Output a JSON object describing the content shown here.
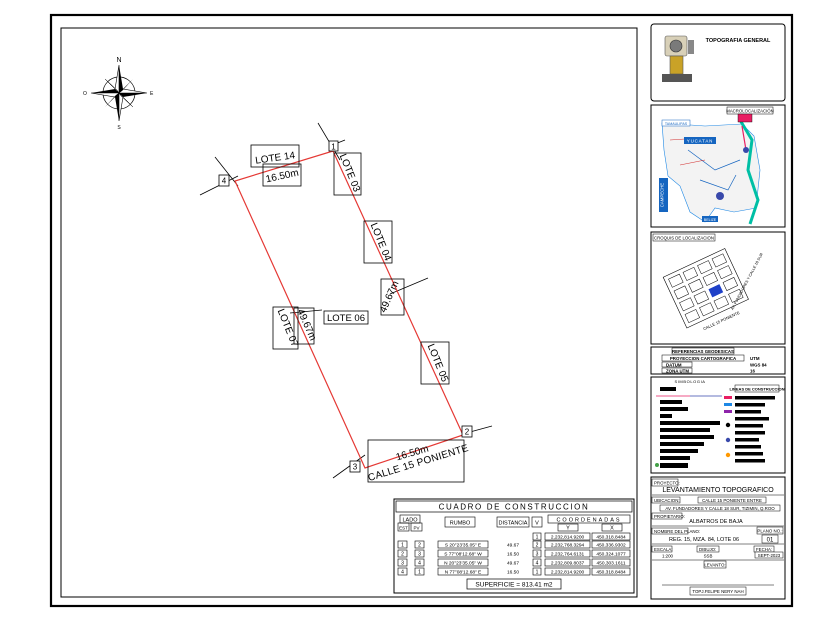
{
  "plan": {
    "north_letter": "N",
    "vertices": [
      "1",
      "2",
      "3",
      "4"
    ],
    "lot_labels": [
      "LOTE 14",
      "LOTE 03",
      "LOTE 04",
      "LOTE 05",
      "LOTE 06",
      "LOTE 07"
    ],
    "lote_06_box": "LOTE 06",
    "dimensions": {
      "top": "16.50m",
      "right": "49.67m",
      "left": "49.67m",
      "bottom": "16.50m"
    },
    "street": "CALLE 15 PONIENTE",
    "boundary_color": "#e53935"
  },
  "table": {
    "title": "CUADRO DE CONSTRUCCION",
    "headers": {
      "lado": "LADO",
      "est": "EST",
      "pv": "PV",
      "rumbo": "RUMBO",
      "distancia": "DISTANCIA",
      "v": "V",
      "coordenadas": "COORDENADAS",
      "y": "Y",
      "x": "X"
    },
    "first_vertex": {
      "v": "1",
      "y": "2,232,814.9200",
      "x": "450,318.8484"
    },
    "rows": [
      {
        "est": "1",
        "pv": "2",
        "rumbo": "S 20°23'35.05\" E",
        "distancia": "49.67",
        "v": "2",
        "y": "2,232,768.3294",
        "x": "450,336.9302"
      },
      {
        "est": "2",
        "pv": "3",
        "rumbo": "S 77°08'12.68\" W",
        "distancia": "16.50",
        "v": "3",
        "y": "2,232,764.6131",
        "x": "450,324.1077"
      },
      {
        "est": "3",
        "pv": "4",
        "rumbo": "N 20°23'35.05\" W",
        "distancia": "49.67",
        "v": "4",
        "y": "2,232,809.8037",
        "x": "450,303.1611"
      },
      {
        "est": "4",
        "pv": "1",
        "rumbo": "N 77°08'12.68\" E",
        "distancia": "16.50",
        "v": "1",
        "y": "2,232,814.9200",
        "x": "450,318.8484"
      }
    ],
    "superficie": "SUPERFICIE = 813.41 m2"
  },
  "sidebar": {
    "logo_title": "TOPOGRAFIA GENERAL",
    "macro_title": "MACROLOCALIZACIÓN",
    "macro_labels": [
      "TAMAULIPAS",
      "YUCATAN",
      "CAMPECHE",
      "BELIZE"
    ],
    "croquis_title": "CROQUIS DE LOCALIZACION",
    "croquis_streets": [
      "AV. FUNDADORES Y CALLE 18 SUR",
      "CALLE 15 PONIENTE"
    ],
    "geo_title": "REFERENCIAS GEODESICAS",
    "geo_rows": [
      {
        "label": "PROYECCION CARTOGRAFICA",
        "value": "UTM"
      },
      {
        "label": "DATUM",
        "value": "WGS 84"
      },
      {
        "label": "ZONA UTM",
        "value": "16"
      }
    ],
    "legend_left_title": "SIMBOLOGIA",
    "legend_right_title": "LINEAS DE CONSTRUCCION",
    "project_label": "PROYECTO:",
    "project_value": "LEVANTAMIENTO TOPOGRAFICO",
    "ubicacion_label": "UBICACION:",
    "ubicacion_value1": "CALLE 15 PONIENTE ENTRE",
    "ubicacion_value2": "AV. FUNDADORES Y CALLE 18 SUR, TIZIMIN, Q.ROO",
    "propietario_label": "PROPIETARIO:",
    "propietario_value": "ALBATROS DE BAJA",
    "nombre_label": "NOMBRE DEL PLANO:",
    "plano_label": "PLANO NO.:",
    "nombre_value": "REG. 15, MZA. 84, LOTE 06",
    "plano_value": "01",
    "escala_label": "ESCALA:",
    "escala_value": "1:200",
    "dibujo_label": "DIBUJO:",
    "dibujo_value": "SSB",
    "fecha_label": "FECHA:",
    "fecha_value": "SEPT-2023",
    "levanto_label": "LEVANTO:",
    "surveyor": "TOPJ.FELIPE NERY NAH"
  }
}
